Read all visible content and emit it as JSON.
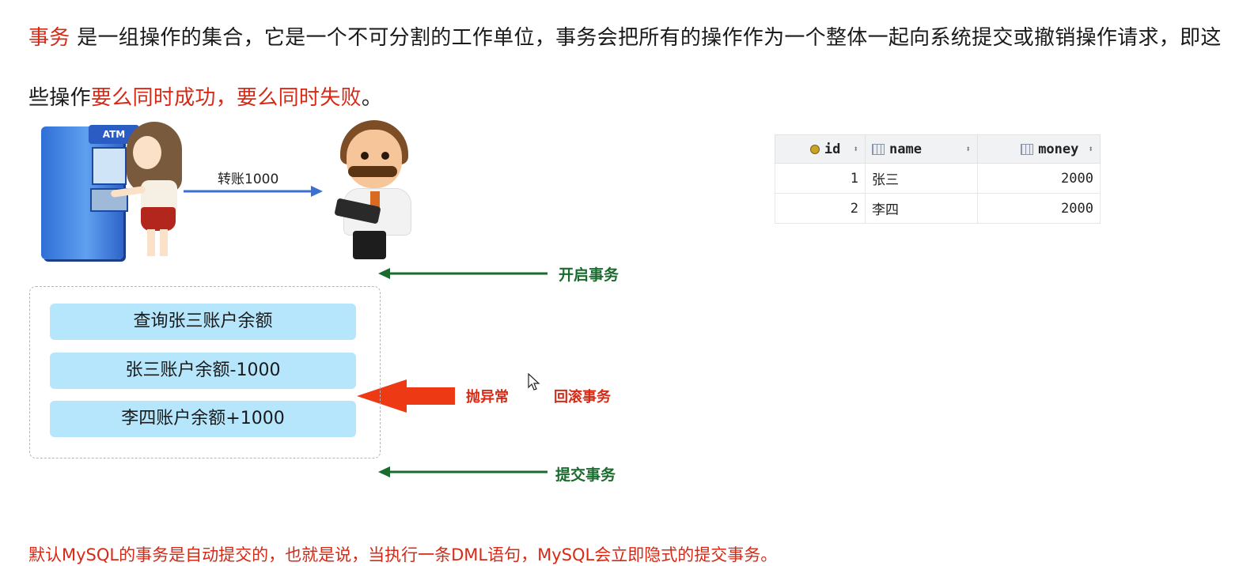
{
  "intro": {
    "term": "事务",
    "text1": " 是一组操作的集合，它是一个不可分割的工作单位，事务会把所有的操作作为一个整体一起向系统提交或撤销操作请求，即这些操作",
    "emphasis": "要么同时成功，要么同时失败",
    "text2": "。"
  },
  "illustration": {
    "atm_label": "ATM",
    "transfer_label": "转账1000"
  },
  "flow": {
    "begin": "开启事务",
    "exception": "抛异常",
    "rollback": "回滚事务",
    "commit": "提交事务",
    "steps": [
      "查询张三账户余额",
      "张三账户余额-1000",
      "李四账户余额+1000"
    ]
  },
  "table": {
    "columns": [
      "id",
      "name",
      "money"
    ],
    "rows": [
      {
        "id": "1",
        "name": "张三",
        "money": "2000"
      },
      {
        "id": "2",
        "name": "李四",
        "money": "2000"
      }
    ]
  },
  "footer": "默认MySQL的事务是自动提交的，也就是说，当执行一条DML语句，MySQL会立即隐式的提交事务。",
  "colors": {
    "red": "#d62a16",
    "green": "#1a6b2e",
    "step_bg": "#b5e6fc"
  }
}
